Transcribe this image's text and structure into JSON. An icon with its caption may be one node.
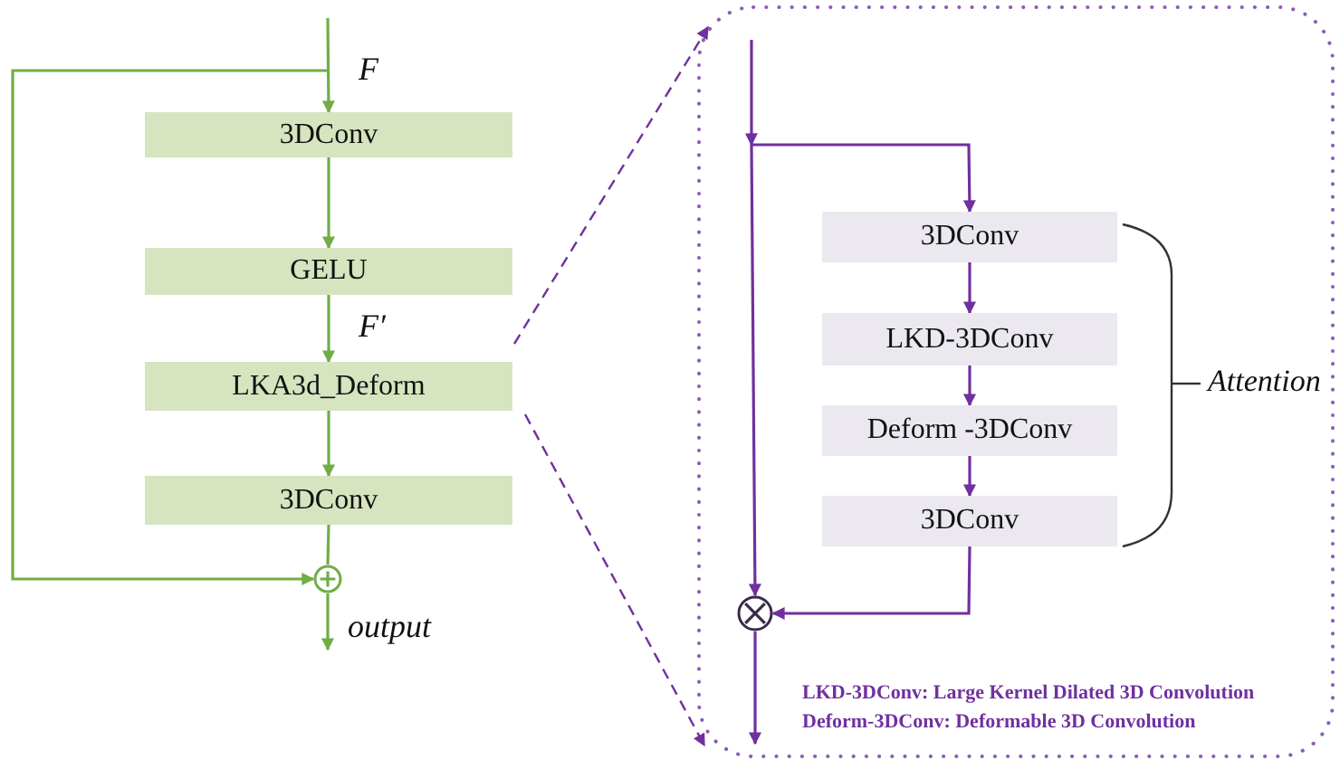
{
  "diagram": {
    "nodes": [
      {
        "text": [
          "3DConv"
        ]
      },
      {
        "text": [
          "GELU"
        ]
      },
      {
        "text": [
          "LKA3d_Deform"
        ]
      },
      {
        "text": [
          "3DConv"
        ]
      },
      {
        "text": [],
        "shape": "circle"
      },
      {
        "text": [],
        "shape": "box"
      },
      {
        "text": [
          "3DConv"
        ],
        "in": 5
      },
      {
        "text": [
          "LKD-3DConv"
        ],
        "in": 5
      },
      {
        "text": [
          "Deform -3DConv"
        ],
        "in": 5
      },
      {
        "text": [
          "3DConv"
        ],
        "in": 5
      },
      {
        "text": [],
        "shape": "circle",
        "in": 5
      }
    ],
    "edges": [
      {
        "from": null,
        "to": 0,
        "arrow": "to",
        "color": "#70ad47"
      },
      {
        "from": null,
        "to": 4,
        "arrow": "to",
        "color": "#70ad47"
      },
      {
        "from": 0,
        "to": 1,
        "arrow": "to",
        "color": "#70ad47"
      },
      {
        "from": 1,
        "to": 2,
        "arrow": "to",
        "color": "#70ad47"
      },
      {
        "from": 2,
        "to": 3,
        "arrow": "to",
        "color": "#70ad47"
      },
      {
        "from": 3,
        "to": 4,
        "arrow": "none",
        "color": "#70ad47"
      },
      {
        "from": 4,
        "to": null,
        "arrow": "to",
        "label": "output",
        "color": "#70ad47"
      },
      {
        "from": 2,
        "to": 5,
        "arrow": "to",
        "style": "dashed"
      },
      {
        "from": 2,
        "to": 5,
        "arrow": "to",
        "style": "dashed"
      },
      {
        "from": null,
        "to": 6,
        "arrow": "to"
      },
      {
        "from": null,
        "to": 10,
        "arrow": "to"
      },
      {
        "from": 6,
        "to": 7,
        "arrow": "to"
      },
      {
        "from": 7,
        "to": 8,
        "arrow": "to"
      },
      {
        "from": 8,
        "to": 9,
        "arrow": "to"
      },
      {
        "from": 9,
        "to": 10,
        "arrow": "to"
      },
      {
        "from": 10,
        "to": null,
        "arrow": "to"
      }
    ],
    "labels": [
      "F",
      "F′",
      "Attention",
      "LKD-3DConv: Large Kernel Dilated 3D Convolution",
      "Deform-3DConv: Deformable 3D Convolution"
    ]
  }
}
